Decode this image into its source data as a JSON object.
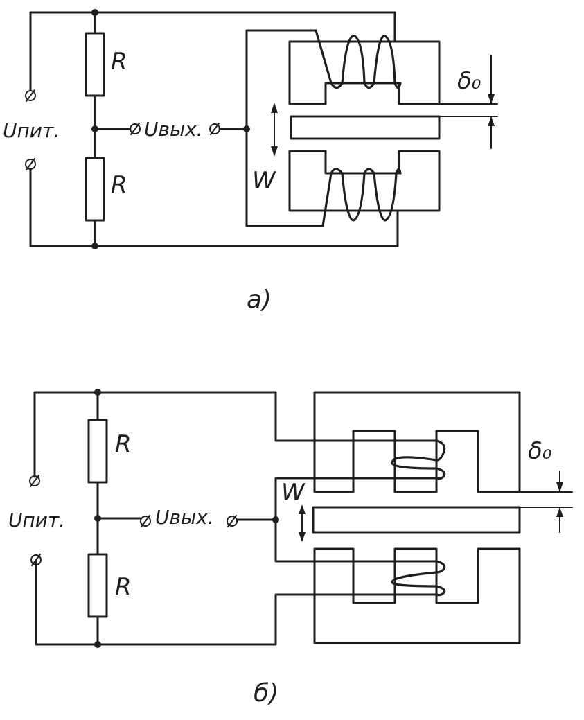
{
  "diagrams": [
    {
      "id": "a",
      "caption": "a)",
      "resistor_top_label": "R",
      "resistor_bottom_label": "R",
      "supply_label": "Uпит.",
      "output_label": "Uвых.",
      "winding_label": "W",
      "gap_label": "δ₀"
    },
    {
      "id": "b",
      "caption": "б)",
      "resistor_top_label": "R",
      "resistor_bottom_label": "R",
      "supply_label": "Uпит.",
      "output_label": "Uвых.",
      "winding_label": "W",
      "gap_label": "δ₀"
    }
  ]
}
